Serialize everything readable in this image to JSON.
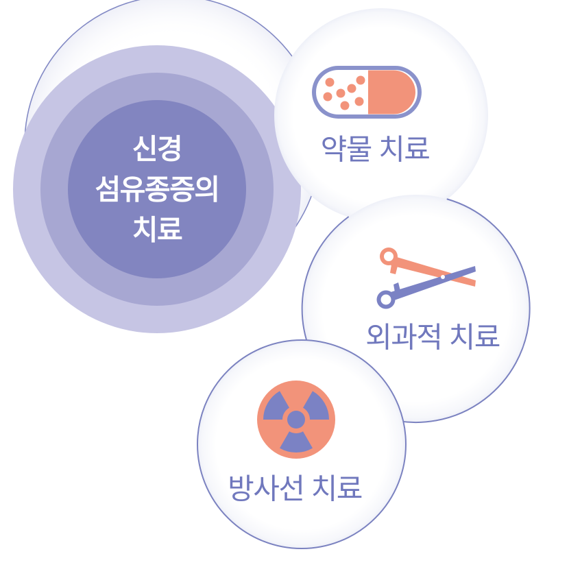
{
  "diagram": {
    "subject": "신경섬유종증 치료 다이어그램",
    "title": {
      "full": "신경 섬유종증의 치료",
      "lines": [
        "신경",
        "섬유종증의",
        "치료"
      ]
    },
    "items": [
      {
        "id": "drug",
        "label": "약물 치료",
        "icon": "capsule-icon"
      },
      {
        "id": "surgery",
        "label": "외과적 치료",
        "icon": "scissors-icon"
      },
      {
        "id": "radiation",
        "label": "방사선 치료",
        "icon": "radiation-icon"
      }
    ],
    "colors": {
      "ring_outer": "#c6c5e4",
      "ring_middle": "#a7a7d2",
      "ring_inner": "#8285c0",
      "circle_stroke": "#7b82c0",
      "decor_arc_stroke": "#8289c4",
      "label_text": "#7078bd",
      "title_text": "#ffffff",
      "accent_orange": "#f2937a",
      "accent_purple": "#7b82c4",
      "capsule_outline": "#8a92cb",
      "background": "#ffffff"
    }
  }
}
